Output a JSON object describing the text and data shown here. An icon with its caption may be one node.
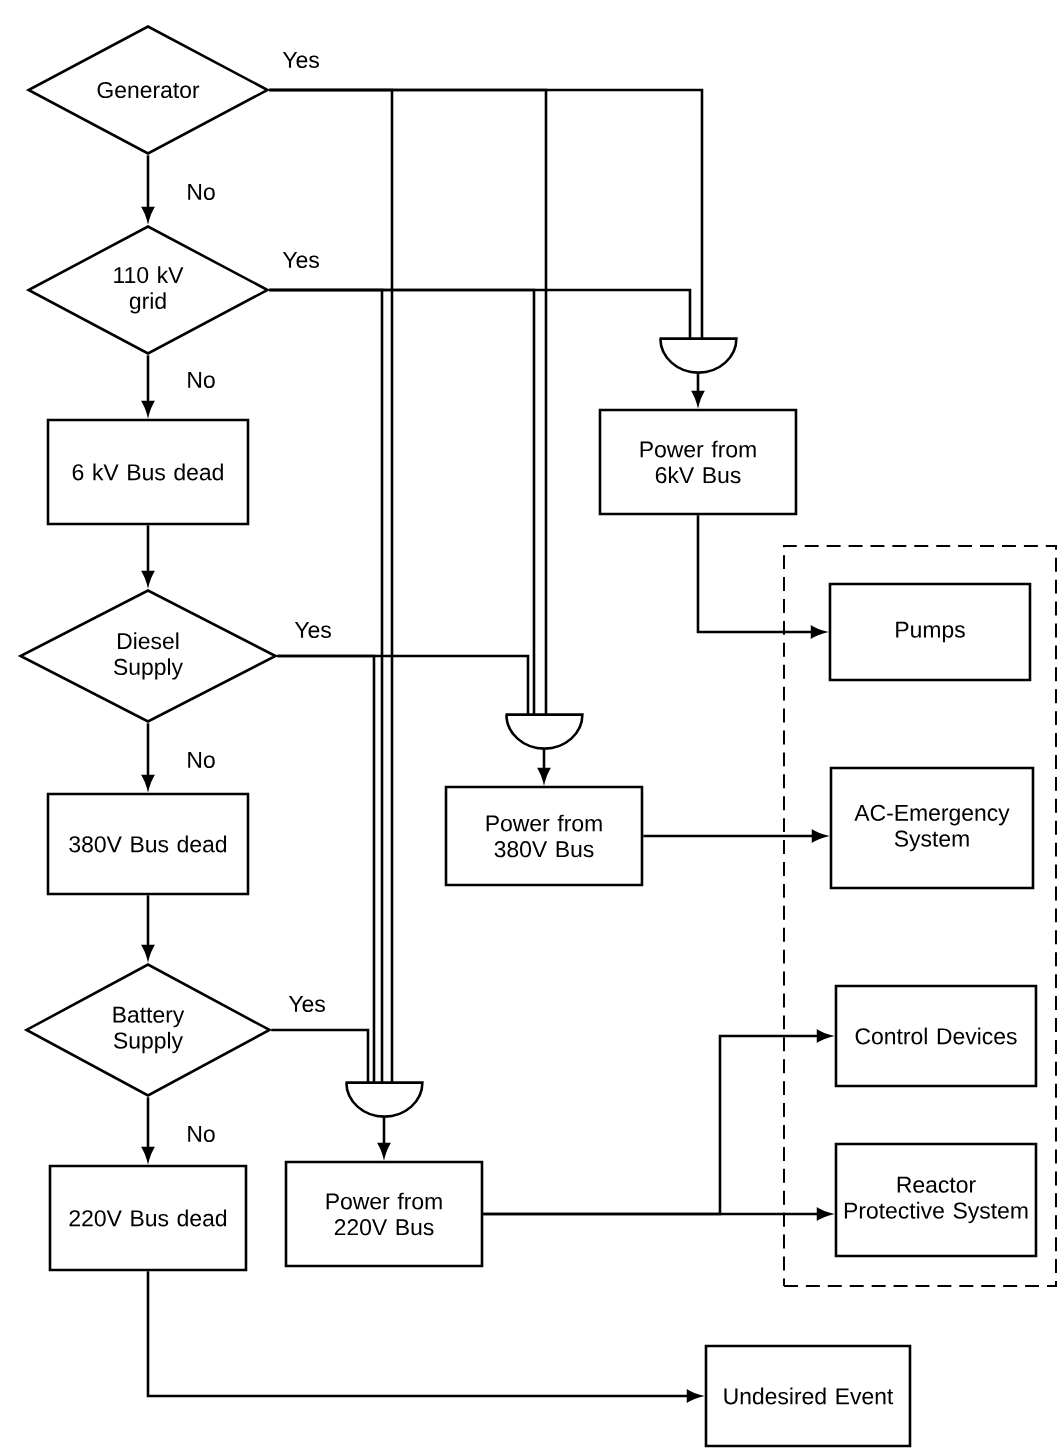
{
  "diagram": {
    "nodes": [
      {
        "text": [
          "Generator"
        ]
      },
      {
        "text": [
          "110 kV grid"
        ]
      },
      {
        "text": [
          "6 kV Bus dead"
        ]
      },
      {
        "text": [
          "Diesel Supply"
        ]
      },
      {
        "text": [
          "380V Bus dead"
        ]
      },
      {
        "text": [
          "Battery Supply"
        ]
      },
      {
        "text": [
          "220V Bus dead"
        ]
      },
      {
        "text": [],
        "shape": "semicircle"
      },
      {
        "text": [
          "Power from 6kV Bus"
        ]
      },
      {
        "text": [],
        "shape": "semicircle"
      },
      {
        "text": [
          "Power from 380V Bus"
        ]
      },
      {
        "text": [],
        "shape": "semicircle"
      },
      {
        "text": [
          "Power from 220V Bus"
        ]
      },
      {
        "text": [],
        "shape": "box"
      },
      {
        "text": [
          "Pumps"
        ],
        "in": 13
      },
      {
        "text": [
          "AC-Emergency System"
        ],
        "in": 13
      },
      {
        "text": [
          "Control Devices"
        ],
        "in": 13
      },
      {
        "text": [
          "Reactor Protective System"
        ],
        "in": 13
      },
      {
        "text": [
          "Undesired Event"
        ]
      }
    ],
    "edges": [
      {
        "from": 0,
        "to": 1,
        "arrow": "to",
        "label": "No"
      },
      {
        "from": 1,
        "to": 2,
        "arrow": "to",
        "label": "No"
      },
      {
        "from": 2,
        "to": 3,
        "arrow": "to"
      },
      {
        "from": 3,
        "to": 4,
        "arrow": "to",
        "label": "No"
      },
      {
        "from": 4,
        "to": 5,
        "arrow": "to"
      },
      {
        "from": 5,
        "to": 6,
        "arrow": "to",
        "label": "No"
      },
      {
        "from": 6,
        "to": 18,
        "arrow": "to"
      },
      {
        "from": 0,
        "to": 7,
        "arrow": "none",
        "label": "Yes"
      },
      {
        "from": 0,
        "to": 9,
        "arrow": "none"
      },
      {
        "from": 0,
        "to": 11,
        "arrow": "none"
      },
      {
        "from": 1,
        "to": 7,
        "arrow": "none",
        "label": "Yes"
      },
      {
        "from": 1,
        "to": 9,
        "arrow": "none"
      },
      {
        "from": 1,
        "to": 11,
        "arrow": "none"
      },
      {
        "from": 3,
        "to": 9,
        "arrow": "none",
        "label": "Yes"
      },
      {
        "from": 3,
        "to": 11,
        "arrow": "none"
      },
      {
        "from": 5,
        "to": 11,
        "arrow": "none",
        "label": "Yes"
      },
      {
        "from": 7,
        "to": 8,
        "arrow": "to"
      },
      {
        "from": 9,
        "to": 10,
        "arrow": "to"
      },
      {
        "from": 11,
        "to": 12,
        "arrow": "to"
      },
      {
        "from": 8,
        "to": 14,
        "arrow": "to"
      },
      {
        "from": 10,
        "to": 15,
        "arrow": "to"
      },
      {
        "from": 12,
        "to": 16,
        "arrow": "to"
      },
      {
        "from": 12,
        "to": 17,
        "arrow": "to"
      }
    ]
  }
}
